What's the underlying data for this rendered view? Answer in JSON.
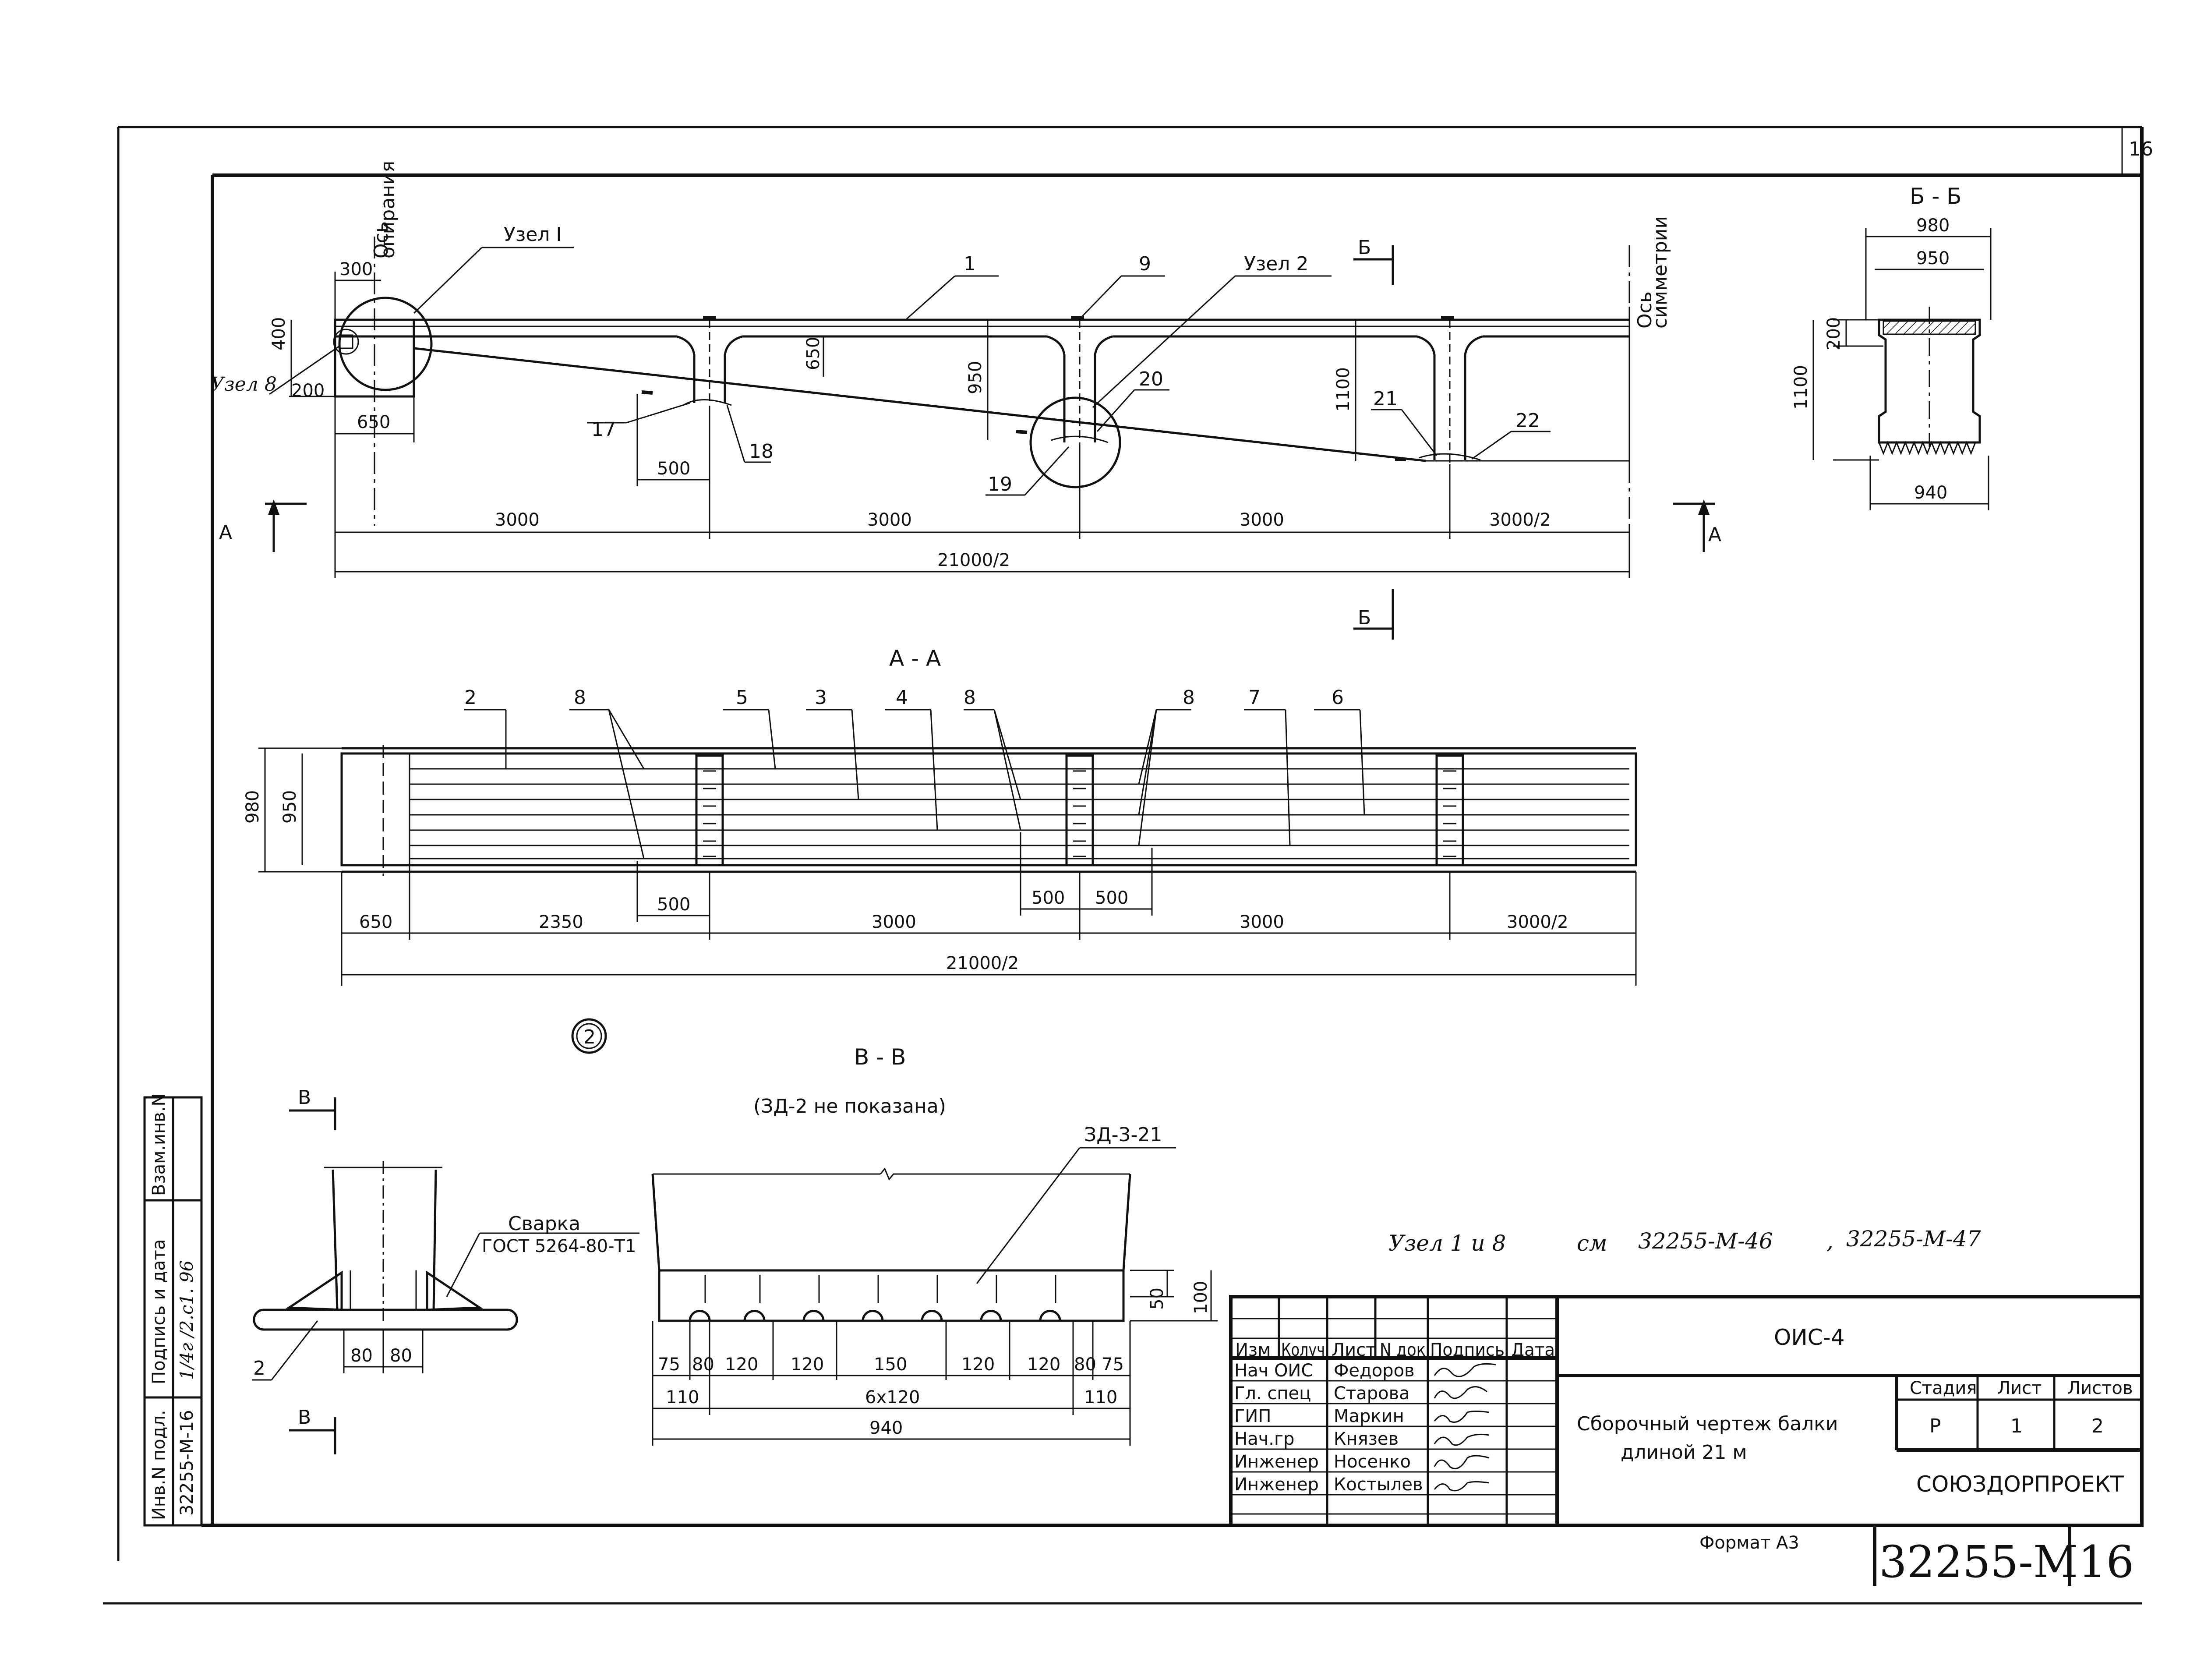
{
  "sheet_corner_number": "16",
  "sheet": {
    "axis_support": [
      "Ось",
      "опирания"
    ],
    "axis_symmetry": [
      "Ось",
      "симметрии"
    ],
    "node_labels": {
      "node1": "Узел I",
      "node2": "Узел 2",
      "node8": "Узел 8"
    },
    "elevation_dims": {
      "d300": "300",
      "d400": "400",
      "d200": "200",
      "d650a": "650",
      "d650b": "650",
      "d950": "950",
      "d1100": "1100",
      "d500": "500",
      "d3000a": "3000",
      "d3000b": "3000",
      "d3000c": "3000",
      "d3000h": "3000/2",
      "total": "21000/2"
    },
    "elevation_marks": {
      "m1": "1",
      "m9": "9",
      "m17": "17",
      "m18": "18",
      "m19": "19",
      "m20": "20",
      "m21": "21",
      "m22": "22"
    },
    "section_letters": {
      "a": "А",
      "b": "Б"
    },
    "section_bb": {
      "title": "Б - Б",
      "d980": "980",
      "d950": "950",
      "d200": "200",
      "d1100": "1100",
      "d940": "940"
    },
    "section_aa": {
      "title": "А - А",
      "marks": {
        "m2": "2",
        "m8a": "8",
        "m5": "5",
        "m3": "3",
        "m4": "4",
        "m8b": "8",
        "m8c": "8",
        "m7": "7",
        "m6": "6"
      },
      "d980": "980",
      "d950": "950",
      "d500a": "500",
      "d500b": "500",
      "d500c": "500",
      "d650": "650",
      "d2350": "2350",
      "d3000a": "3000",
      "d3000b": "3000",
      "d3000h": "3000/2",
      "total": "21000/2"
    },
    "circle_mark": "2",
    "section_vv": {
      "title": "В - В",
      "letter": "В",
      "note": "(ЗД-2 не показана)",
      "part": "ЗД-3-21",
      "weld": "Сварка",
      "weld_std": "ГОСТ 5264-80-Т1",
      "mark2": "2",
      "d80a": "80",
      "d80b": "80",
      "dims_row1": [
        "75",
        "80",
        "120",
        "120",
        "150",
        "120",
        "120",
        "80",
        "75"
      ],
      "d110a": "110",
      "d6x120": "6x120",
      "d110b": "110",
      "d940": "940",
      "d50": "50",
      "d100": "100"
    },
    "node_note": [
      "Узел 1 и 8",
      "см",
      "32255-М-46",
      ",",
      "32255-М-47"
    ]
  },
  "side_stamp": {
    "labels": [
      "Инв.N подл.",
      "Подпись и дата",
      "Взам.инв.N"
    ],
    "inv_value": "32255-М-16",
    "signature": "1/4г /2.с1. 96"
  },
  "title_block": {
    "headers": [
      "Изм",
      "Колуч",
      "Лист",
      "N док",
      "Подпись",
      "Дата"
    ],
    "people": [
      {
        "role": "Нач ОИС",
        "name": "Федоров"
      },
      {
        "role": "Гл. спец",
        "name": "Старова"
      },
      {
        "role": "ГИП",
        "name": "Маркин"
      },
      {
        "role": "Нач.гр",
        "name": "Князев"
      },
      {
        "role": "Инженер",
        "name": "Носенко"
      },
      {
        "role": "Инженер",
        "name": "Костылев"
      }
    ],
    "code": "ОИС-4",
    "description": [
      "Сборочный чертеж балки",
      "длиной   21 м"
    ],
    "stage_headers": [
      "Стадия",
      "Лист",
      "Листов"
    ],
    "stage_values": [
      "Р",
      "1",
      "2"
    ],
    "org": "СОЮЗДОРПРОЕКТ",
    "format": "Формат А3",
    "doc_number": "32255-М",
    "sheet_number": "16"
  }
}
